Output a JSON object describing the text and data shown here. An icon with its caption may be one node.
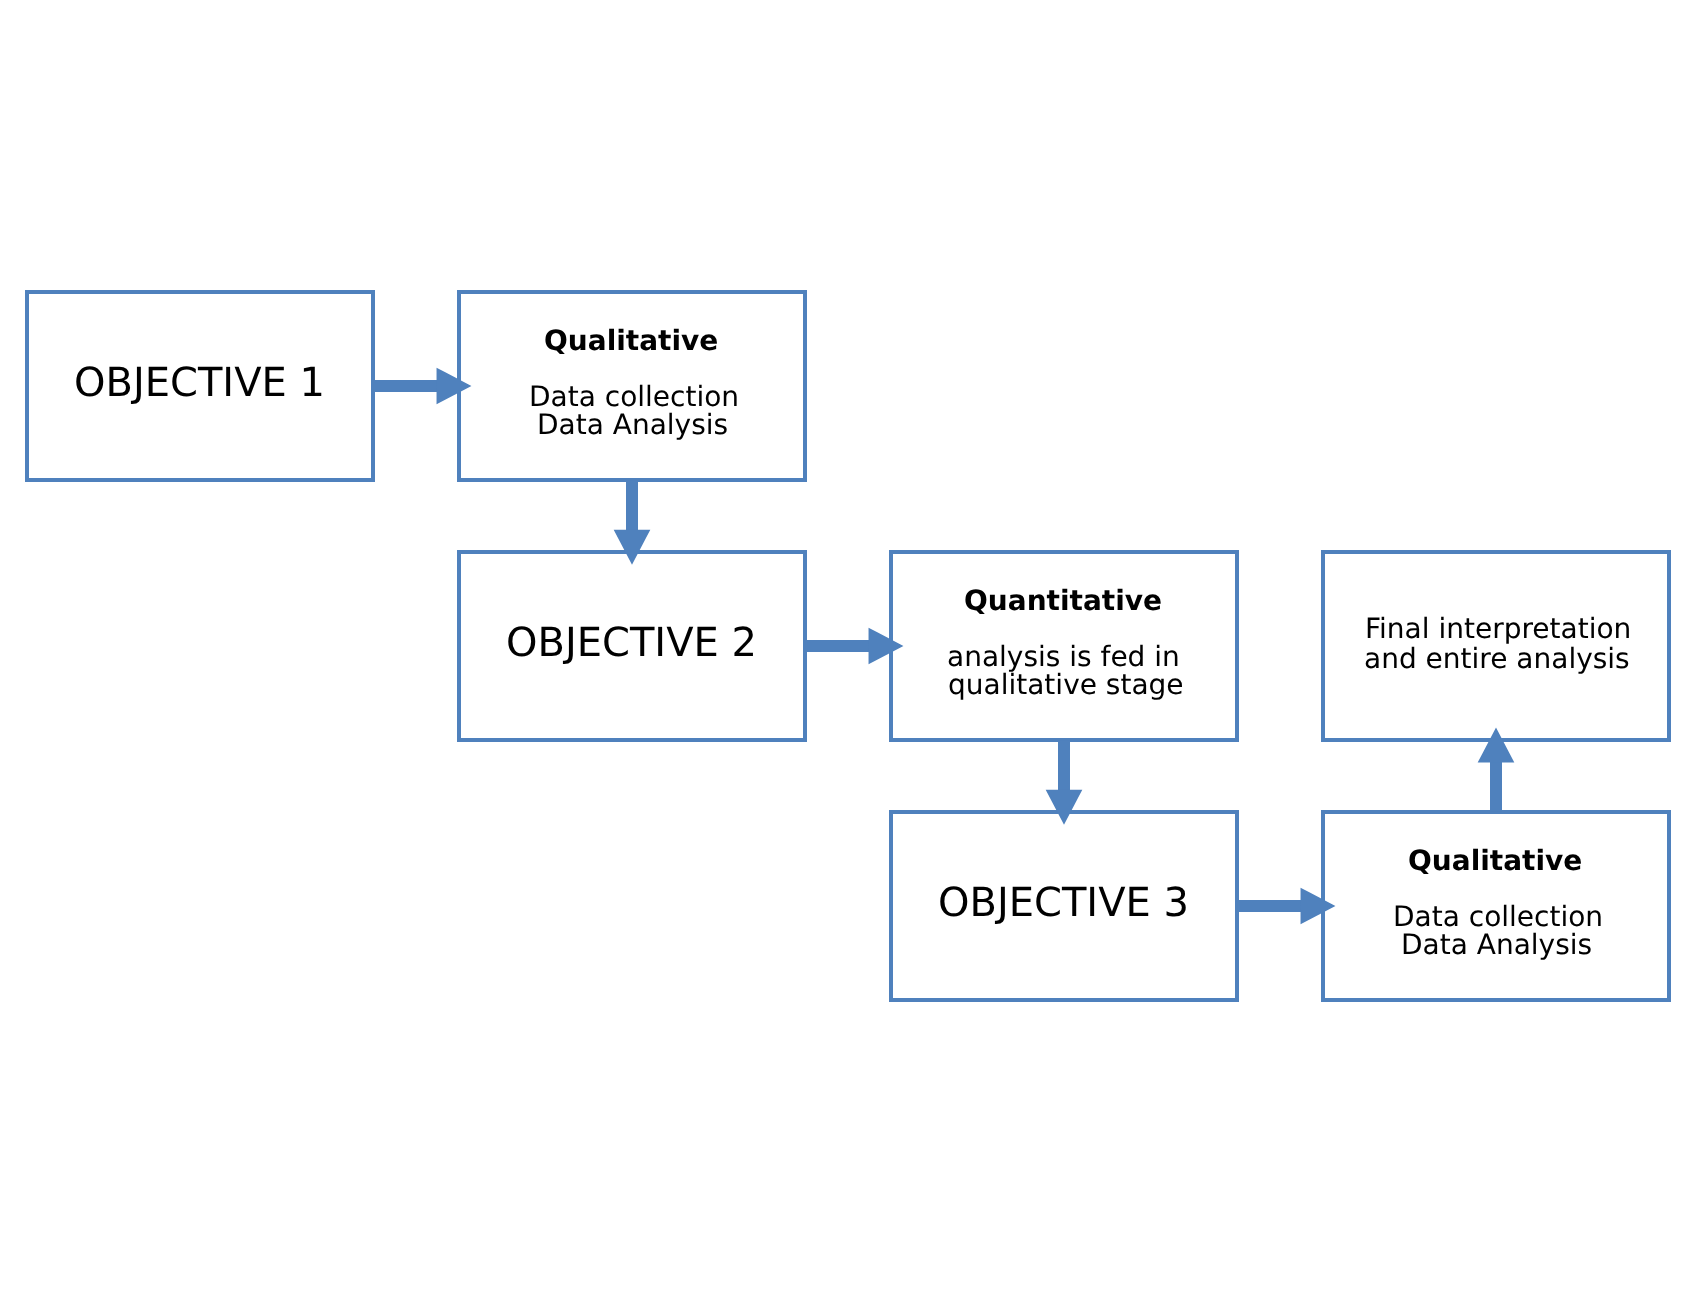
{
  "diagram": {
    "nodes": [
      {
        "text": [
          "OBJECTIVE 1"
        ]
      },
      {
        "text": [
          "Qualitative",
          "Data collection Data Analysis"
        ]
      },
      {
        "text": [
          "Quantitative",
          "analysis is fed in qualitative stage"
        ]
      },
      {
        "text": [
          "OBJECTIVE 2"
        ]
      },
      {
        "text": [
          "Final interpretation and entire analysis"
        ]
      },
      {
        "text": [
          "OBJECTIVE 3"
        ]
      },
      {
        "text": [
          "Qualitative",
          "Data collection Data Analysis"
        ]
      }
    ],
    "edges": [
      {
        "from": 0,
        "to": 1,
        "arrow": "to"
      },
      {
        "from": 1,
        "to": 3,
        "arrow": "to"
      },
      {
        "from": 3,
        "to": 2,
        "arrow": "to"
      },
      {
        "from": 2,
        "to": 5,
        "arrow": "to"
      },
      {
        "from": 5,
        "to": 6,
        "arrow": "to"
      },
      {
        "from": 6,
        "to": 4,
        "arrow": "to"
      }
    ]
  }
}
